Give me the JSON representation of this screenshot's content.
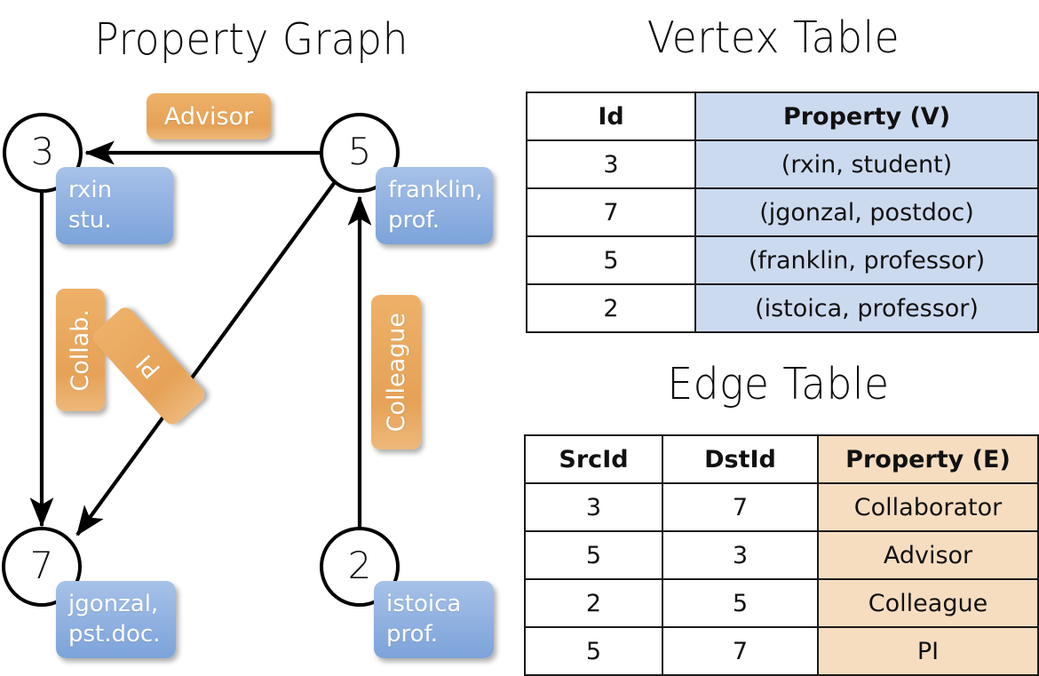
{
  "titles": {
    "property_graph": "Property Graph",
    "vertex_table": "Vertex Table",
    "edge_table": "Edge Table"
  },
  "graph": {
    "nodes": [
      {
        "id": "3",
        "property_line1": "rxin",
        "property_line2": "stu."
      },
      {
        "id": "5",
        "property_line1": "franklin,",
        "property_line2": "prof."
      },
      {
        "id": "7",
        "property_line1": "jgonzal,",
        "property_line2": "pst.doc."
      },
      {
        "id": "2",
        "property_line1": "istoica",
        "property_line2": "prof."
      }
    ],
    "edge_labels": [
      {
        "name": "advisor",
        "text": "Advisor"
      },
      {
        "name": "collab",
        "text": "Collab."
      },
      {
        "name": "pi",
        "text": "PI"
      },
      {
        "name": "colleague",
        "text": "Colleague"
      }
    ]
  },
  "vertex_table": {
    "headers": [
      "Id",
      "Property (V)"
    ],
    "rows": [
      [
        "3",
        "(rxin, student)"
      ],
      [
        "7",
        "(jgonzal, postdoc)"
      ],
      [
        "5",
        "(franklin, professor)"
      ],
      [
        "2",
        "(istoica, professor)"
      ]
    ]
  },
  "edge_table": {
    "headers": [
      "SrcId",
      "DstId",
      "Property (E)"
    ],
    "rows": [
      [
        "3",
        "7",
        "Collaborator"
      ],
      [
        "5",
        "3",
        "Advisor"
      ],
      [
        "2",
        "5",
        "Colleague"
      ],
      [
        "5",
        "7",
        "PI"
      ]
    ]
  },
  "colors": {
    "vertex_property_fill": "#ccdaf0",
    "edge_property_fill": "#f7ddc0",
    "node_box_blue": "#93b3e2",
    "edge_label_orange": "#e9a85e",
    "border": "#1a1a1a"
  }
}
